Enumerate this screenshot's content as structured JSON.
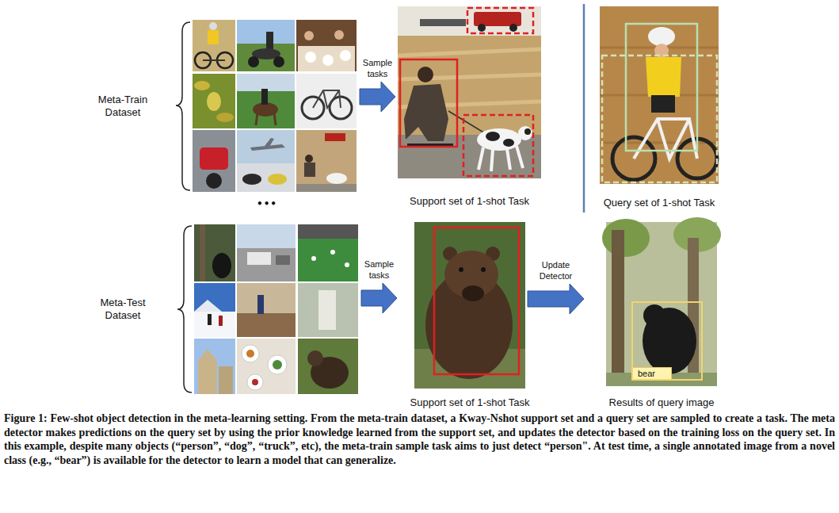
{
  "diagram": {
    "caption": "Figure 1: Few-shot object detection in the meta-learning setting. From the meta-train dataset, a Kway-Nshot support set and a query set are sampled to create a task. The meta detector makes predictions on the query set by using the prior knowledge learned from the support set, and updates the detector based on the training loss on the query set. In this example, despite many objects (“person”, “dog”, “truck”, etc), the meta-train sample task aims to just detect “person\". At test time, a single annotated image from a novel class (e.g., “bear”) is available for the detector to learn a model that can generalize.",
    "nodes": [
      {
        "text": [
          "Meta-Train Dataset"
        ]
      },
      {
        "text": [
          "Support set of 1-shot Task"
        ]
      },
      {
        "text": [
          "Query set of 1-shot Task"
        ]
      },
      {
        "text": [
          "Meta-Test Dataset"
        ]
      },
      {
        "text": [
          "Support set of 1-shot Task"
        ]
      },
      {
        "text": [
          "Results of query image"
        ]
      },
      {
        "text": [
          "bear"
        ],
        "in": 5
      }
    ],
    "edges": [
      {
        "from": 0,
        "to": 1,
        "label": "Sample tasks",
        "arrow": "to"
      },
      {
        "from": 3,
        "to": 4,
        "label": "Sample tasks",
        "arrow": "to"
      },
      {
        "from": 4,
        "to": 5,
        "label": "Update Detector",
        "arrow": "to"
      }
    ],
    "labels": [
      "•••"
    ]
  }
}
